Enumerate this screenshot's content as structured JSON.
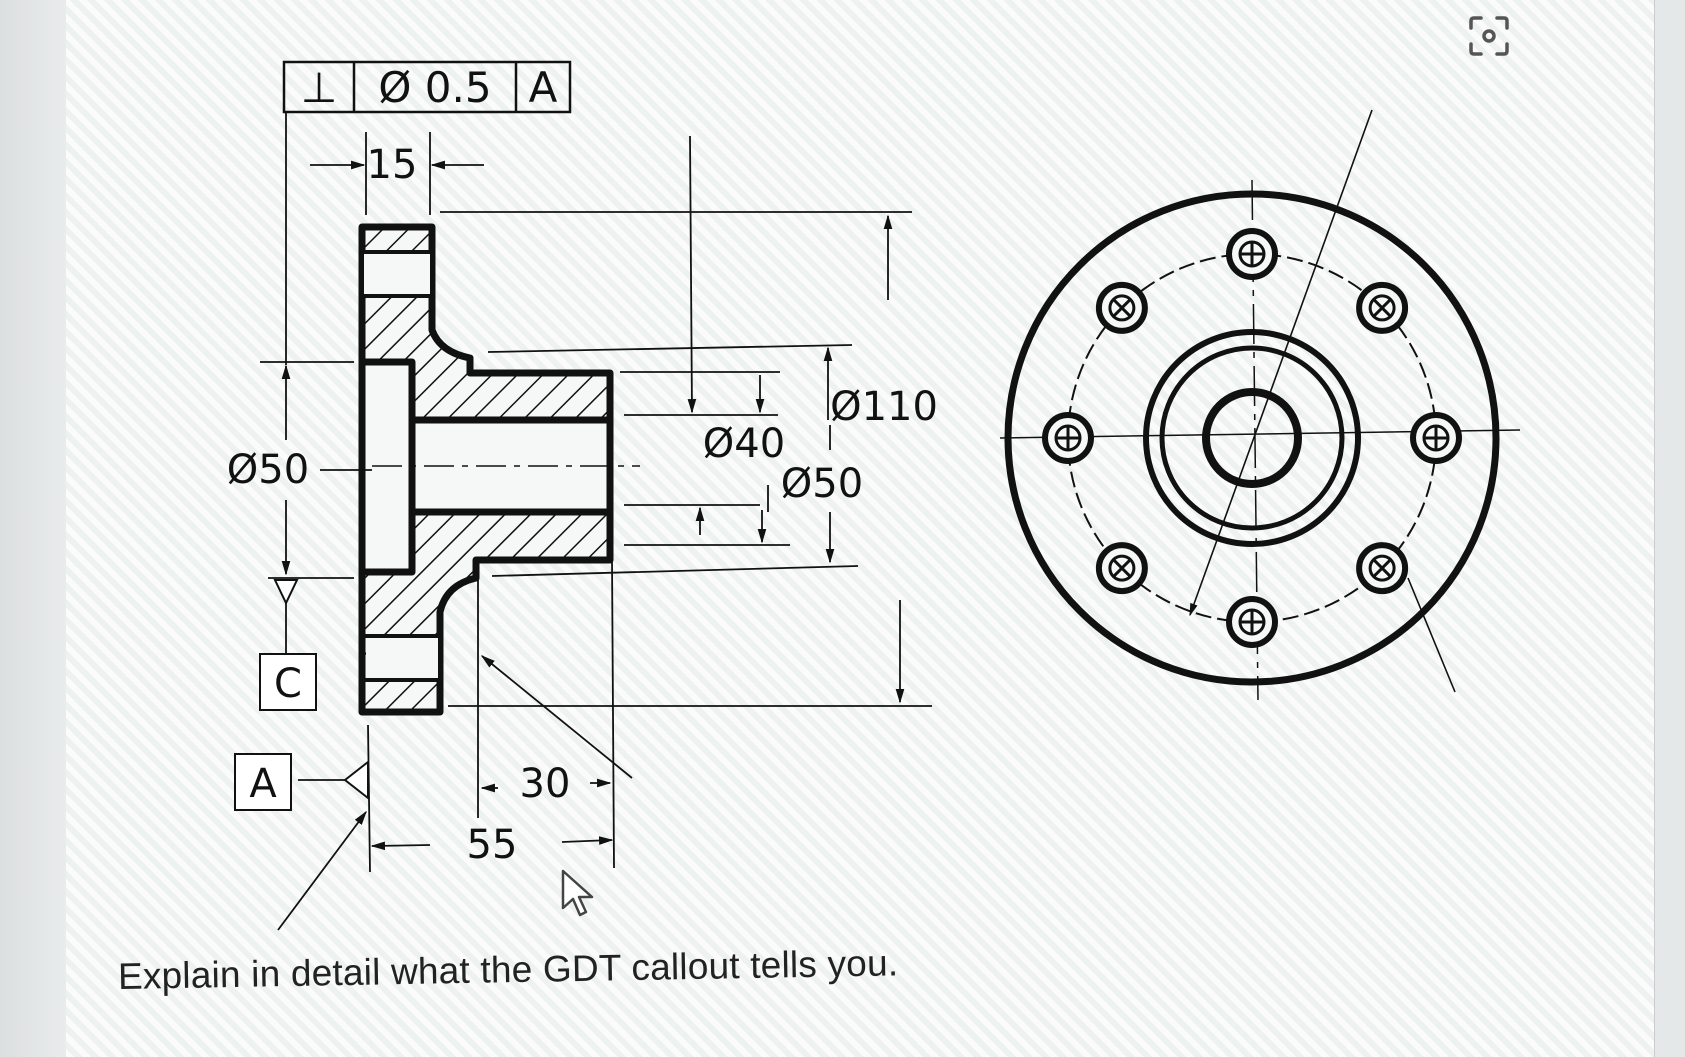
{
  "fcf": {
    "symbol": "⊥",
    "tolerance": "Ø 0.5",
    "datum": "A"
  },
  "dimensions": {
    "flange_thickness": "15",
    "bore_dia": "Ø40",
    "hub_dia": "Ø50",
    "flange_dia": "Ø110",
    "counterbore_dia": "Ø50",
    "hub_length": "30",
    "overall_length": "55"
  },
  "datums": {
    "datum_a": "A",
    "datum_c": "C"
  },
  "question": "Explain in detail what the GDT callout tells you.",
  "icons": {
    "screenshot": "screenshot-scan-icon",
    "cursor": "mouse-pointer-icon"
  }
}
